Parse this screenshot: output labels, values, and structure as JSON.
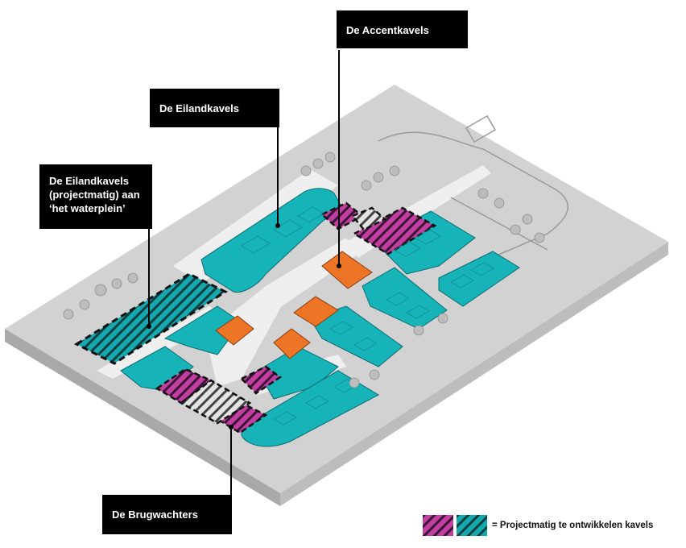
{
  "callouts": {
    "accentkavels": "De Accentkavels",
    "eilandkavels": "De Eilandkavels",
    "eilandkavels_waterplein": [
      "De Eilandkavels",
      "(projectmatig) aan",
      "‘het waterplein’"
    ],
    "brugwachters": "De Brugwachters"
  },
  "legend": {
    "text": "= Projectmatig te ontwikkelen kavels",
    "swatches": [
      "magenta-hatched",
      "teal-hatched"
    ]
  },
  "colors": {
    "teal": "#16b3b8",
    "orange": "#ee7426",
    "magenta": "#c23ea1",
    "ground": "#d3d3d3",
    "road": "#eeeeee",
    "label_bg": "#000000"
  }
}
